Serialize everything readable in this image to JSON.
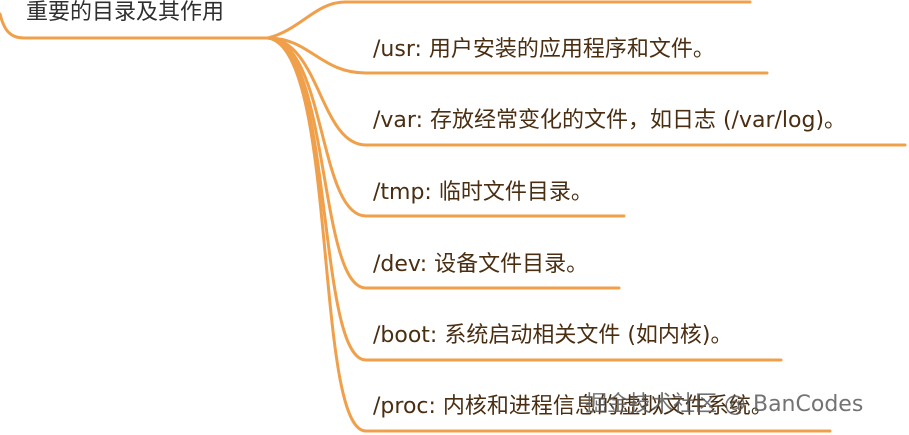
{
  "root": {
    "label": "重要的目录及其作用"
  },
  "branches": [
    {
      "label": "/usr: 用户安装的应用程序和文件。"
    },
    {
      "label": "/var: 存放经常变化的文件，如日志 (/var/log)。"
    },
    {
      "label": "/tmp: 临时文件目录。"
    },
    {
      "label": "/dev: 设备文件目录。"
    },
    {
      "label": "/boot: 系统启动相关文件 (如内核)。"
    },
    {
      "label": "/proc: 内核和进程信息的虚拟文件系统。"
    }
  ],
  "watermark": {
    "text": "掘金技术社区 @ BanCodes"
  },
  "colors": {
    "branch": "#f0a04b",
    "root_text": "#2f2f2f",
    "branch_text": "#4a2e12"
  }
}
